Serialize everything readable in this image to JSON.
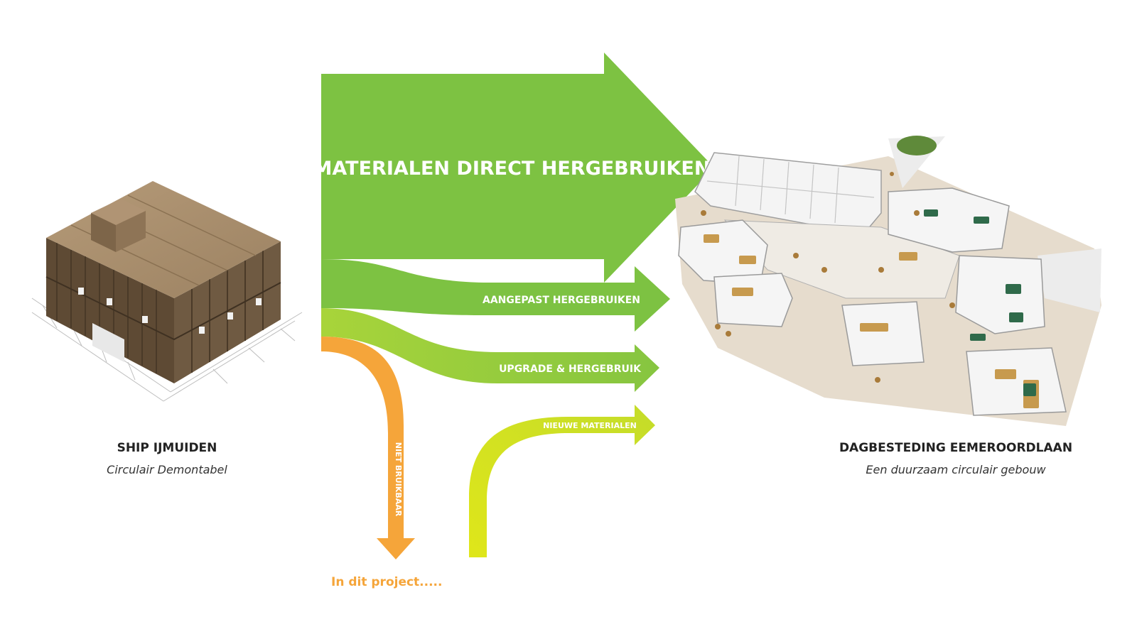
{
  "flows": {
    "direct": {
      "label": "MATERIALEN DIRECT HERGEBRUIKEN",
      "color": "#7dc242"
    },
    "adapted": {
      "label": "AANGEPAST HERGEBRUIKEN",
      "color": "#7dc242"
    },
    "upgrade": {
      "label": "UPGRADE  & HERGEBRUIK",
      "color": "#9acd32"
    },
    "new": {
      "label": "NIEUWE MATERIALEN",
      "color": "#d4e21a"
    },
    "unusable": {
      "label": "NIET BRUIKBAAR",
      "color": "#f5a53a"
    }
  },
  "source": {
    "title": "SHIP IJMUIDEN",
    "subtitle": "Circulair Demontabel"
  },
  "target": {
    "title": "DAGBESTEDING EEMEROORDLAAN",
    "subtitle": "Een duurzaam circulair gebouw"
  },
  "note": "In dit project....."
}
